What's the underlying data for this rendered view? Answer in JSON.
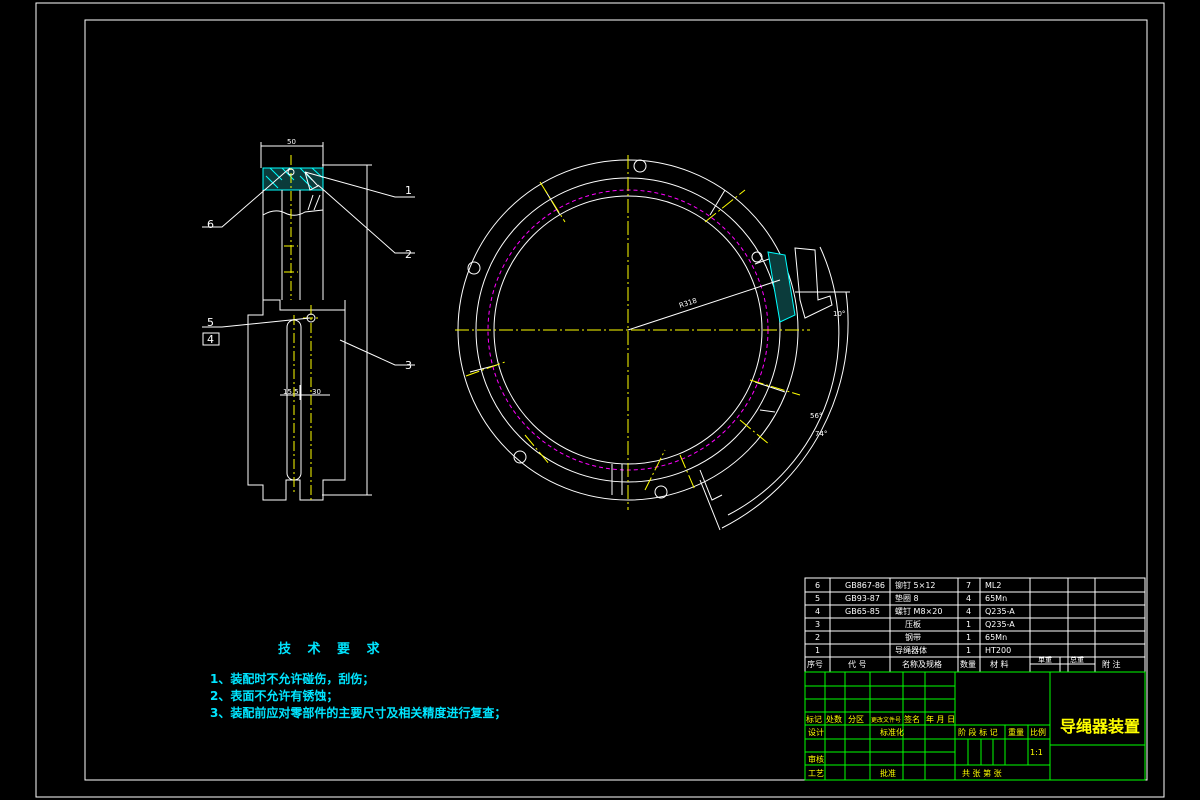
{
  "drawing": {
    "title": "导绳器装置",
    "colors": {
      "background": "#000000",
      "outline": "#ffffff",
      "centerline": "#ffff00",
      "hidden_line": "#ff00ff",
      "hatch": "#00ffff",
      "title_block_grid": "#00ff00",
      "title_block_text": "#ffff00",
      "notes": "#00e5ff",
      "dimension": "#ffffff"
    }
  },
  "side_view": {
    "balloons": [
      "1",
      "2",
      "3",
      "4",
      "5",
      "6"
    ],
    "dims": {
      "top_width": "50",
      "small_left": "15.5",
      "small_right": "30"
    }
  },
  "front_view": {
    "dims": {
      "radius": "R318",
      "angle_a": "10°",
      "angle_b": "56°",
      "angle_c": "74°"
    }
  },
  "tech_requirements": {
    "title": "技 术 要 求",
    "items": [
      "1、装配时不允许碰伤，刮伤；",
      "2、表面不允许有锈蚀；",
      "3、装配前应对零部件的主要尺寸及相关精度进行复查；"
    ]
  },
  "bom": {
    "headers": [
      "序号",
      "代 号",
      "名称及规格",
      "数量",
      "材 料",
      "单重",
      "总重",
      "附 注"
    ],
    "rows": [
      [
        "6",
        "GB867-86",
        "铆钉 5×12",
        "7",
        "ML2"
      ],
      [
        "5",
        "GB93-87",
        "垫圈 8",
        "4",
        "65Mn"
      ],
      [
        "4",
        "GB65-85",
        "螺钉 M8×20",
        "4",
        "Q235-A"
      ],
      [
        "3",
        "",
        "压板",
        "1",
        "Q235-A"
      ],
      [
        "2",
        "",
        "钢带",
        "1",
        "65Mn"
      ],
      [
        "1",
        "",
        "导绳器体",
        "1",
        "HT200"
      ]
    ]
  },
  "title_block": {
    "row1": [
      "标记",
      "处数",
      "分区",
      "更改文件号",
      "签名",
      "年 月 日"
    ],
    "design": "设计",
    "std": "标准化",
    "review": "审核",
    "process": "工艺",
    "approve": "批准",
    "stage": "阶 段 标 记",
    "weight": "重量",
    "scale": "比例",
    "scale_val": "1:1",
    "sheets": "共    张 第    张"
  }
}
